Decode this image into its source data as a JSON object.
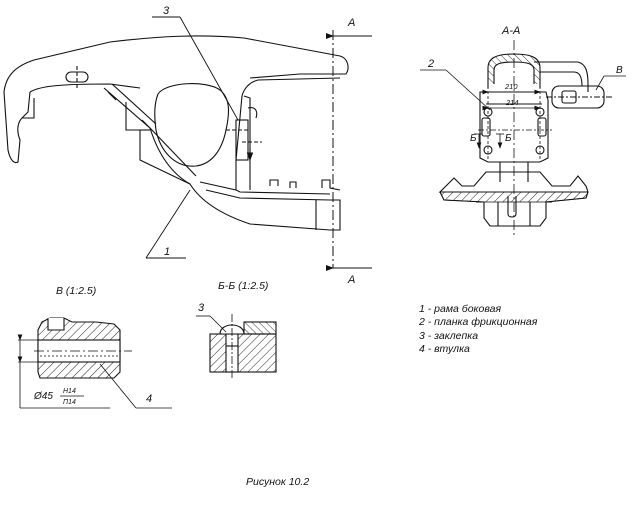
{
  "labels": {
    "section_a": "A",
    "section_a_bottom": "A",
    "view_aa": "А-А",
    "view_b": "В (1:2.5)",
    "view_bb": "Б-Б (1:2.5)",
    "arrow_b": "В",
    "cut_b_left": "Б",
    "cut_b_right": "Б",
    "dim_210": "210",
    "dim_214": "214",
    "diameter": "Ø45",
    "fit_upper": "Н14",
    "fit_lower": "П14"
  },
  "callouts": {
    "c1": "1",
    "c2": "2",
    "c3_main": "3",
    "c3_bb": "3",
    "c4": "4"
  },
  "legend": [
    "1 - рама боковая",
    "2 - планка фрикционная",
    "3 - заклепка",
    "4 - втулка"
  ],
  "caption": "Рисунок 10.2"
}
